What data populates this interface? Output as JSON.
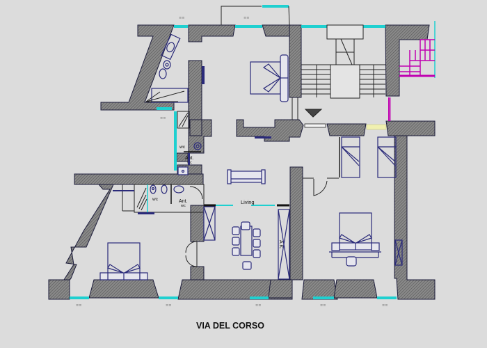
{
  "plan": {
    "street_label": "VIA DEL CORSO",
    "rooms": [
      {
        "id": "living",
        "label": "Living"
      },
      {
        "id": "wc-upper",
        "label": "wc"
      },
      {
        "id": "ant-wc-upper",
        "label": "Ant.",
        "sublabel": "wc"
      },
      {
        "id": "wc-lower",
        "label": "wc"
      },
      {
        "id": "ant-wc-lower",
        "label": "Ant.",
        "sublabel": "wc"
      },
      {
        "id": "wardrobe",
        "label": "A.K."
      }
    ],
    "window_tag": "≡≡",
    "colors": {
      "background": "#dcdcdc",
      "wall_hatch": "#777777",
      "window": "#1fd0d0",
      "furniture": "#2a2a7a",
      "stair_external": "#c000b0",
      "door_highlight": "#f0f0b0"
    },
    "legend_icons": [
      "bed-icon",
      "toilet-icon",
      "sink-icon",
      "shower-icon",
      "sofa-icon",
      "dining-table-icon",
      "staircase-icon",
      "entrance-arrow-icon"
    ]
  }
}
